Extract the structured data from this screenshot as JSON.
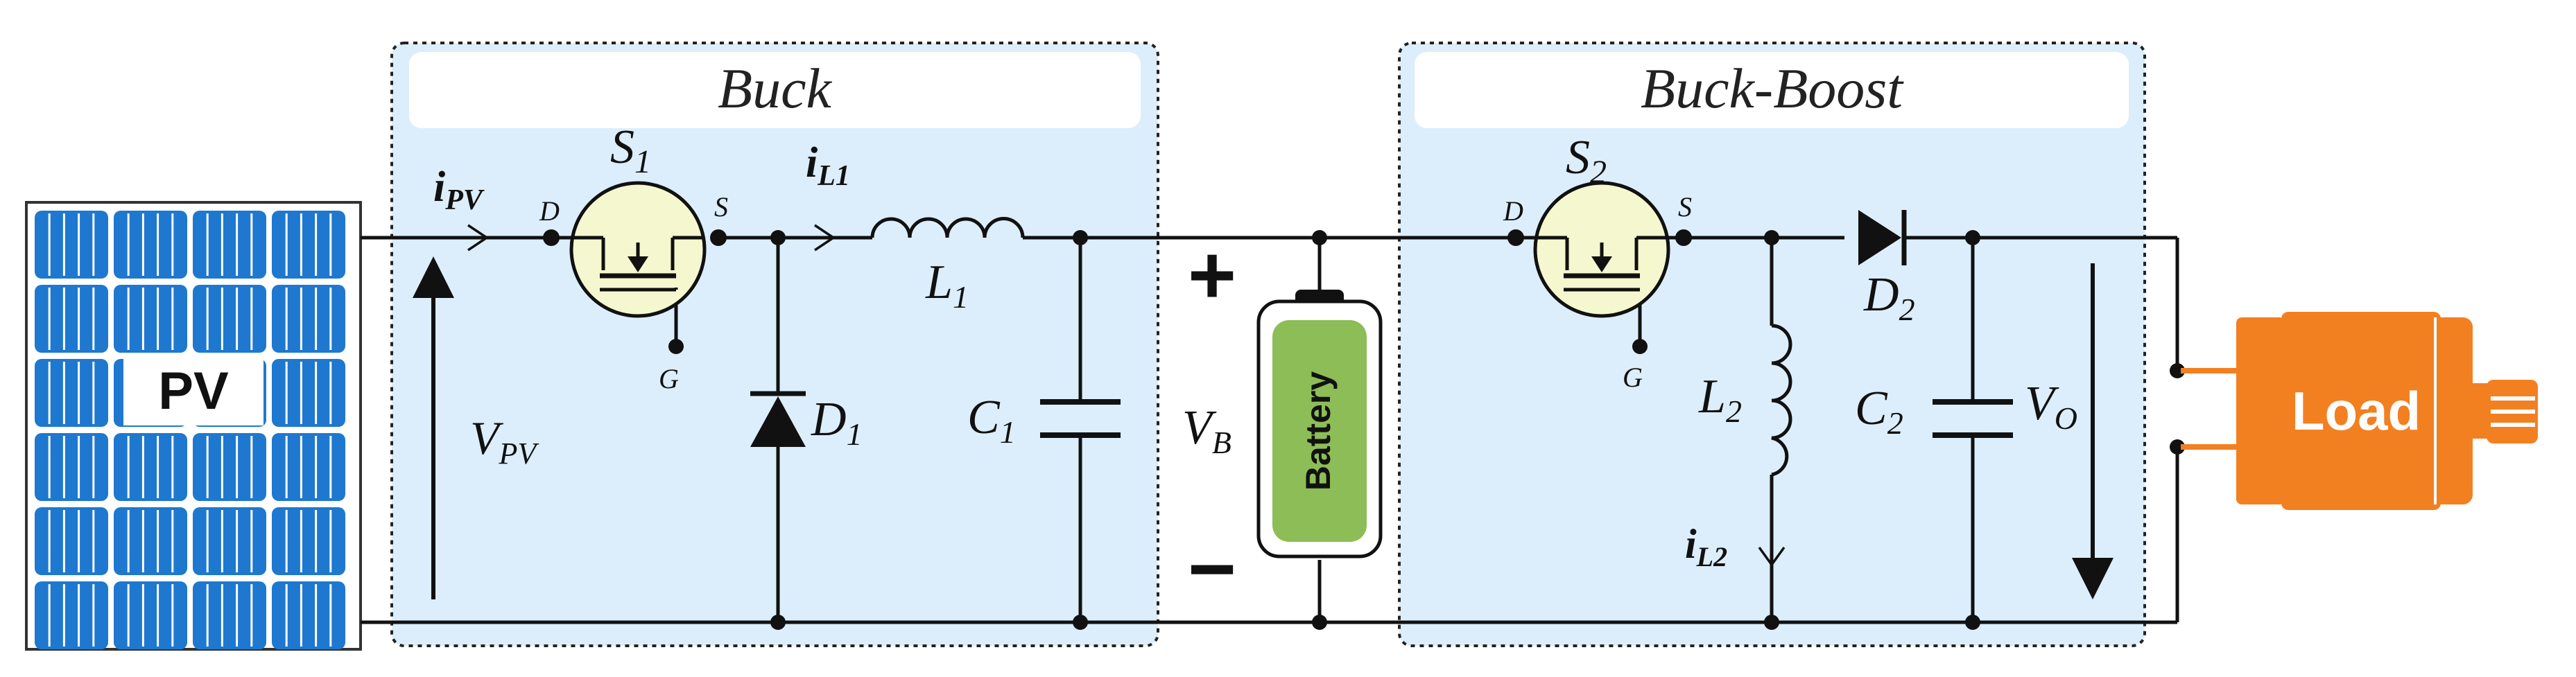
{
  "colors": {
    "panel_bg": "#dceefb",
    "panel_border": "#222222",
    "title_bar": "#ffffff",
    "pv_cell": "#1e78cf",
    "pv_grid": "#ffffff",
    "mosfet_body": "#f5f7cf",
    "battery_fill": "#8dbd56",
    "load_orange": "#f28021",
    "wire": "#111111"
  },
  "icons": [
    "pv-panel-icon",
    "mosfet-icon",
    "diode-icon",
    "inductor-icon",
    "capacitor-icon",
    "battery-icon",
    "load-motor-icon"
  ],
  "blocks": {
    "buck_title": "Buck",
    "buckboost_title": "Buck-Boost"
  },
  "pv": {
    "label": "PV",
    "current_main": "i",
    "current_sub": "PV",
    "voltage_main": "V",
    "voltage_sub": "PV"
  },
  "buck": {
    "switch_main": "S",
    "switch_sub": "1",
    "pin_d": "D",
    "pin_s": "S",
    "pin_g": "G",
    "current_main": "i",
    "current_sub": "L1",
    "inductor_main": "L",
    "inductor_sub": "1",
    "diode_main": "D",
    "diode_sub": "1",
    "cap_main": "C",
    "cap_sub": "1"
  },
  "battery": {
    "label": "Battery",
    "plus": "+",
    "minus": "−",
    "voltage_main": "V",
    "voltage_sub": "B"
  },
  "buckboost": {
    "switch_main": "S",
    "switch_sub": "2",
    "pin_d": "D",
    "pin_s": "S",
    "pin_g": "G",
    "diode_main": "D",
    "diode_sub": "2",
    "inductor_main": "L",
    "inductor_sub": "2",
    "current_main": "i",
    "current_sub": "L2",
    "cap_main": "C",
    "cap_sub": "2",
    "out_main": "V",
    "out_sub": "O"
  },
  "load": {
    "label": "Load"
  }
}
